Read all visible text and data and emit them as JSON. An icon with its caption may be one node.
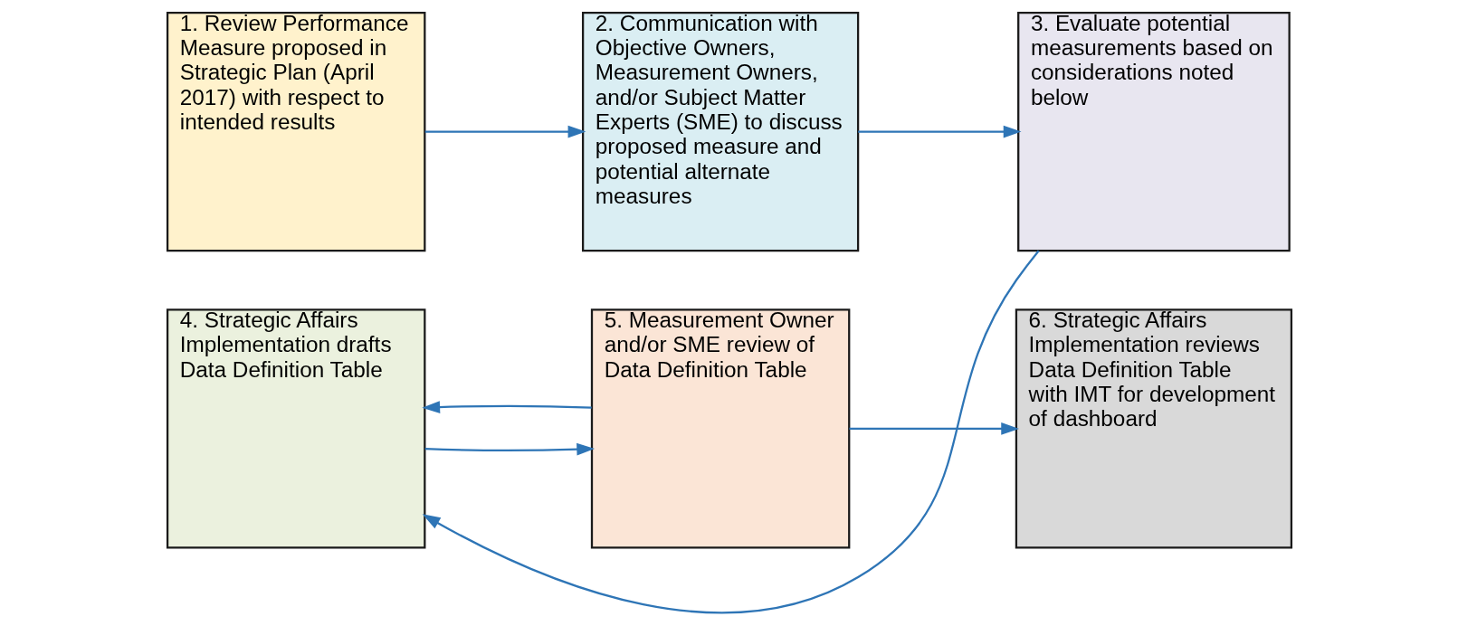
{
  "diagram": {
    "nodes": [
      {
        "text": [
          "1. Review Performance Measure proposed in Strategic Plan (April 2017) with respect to intended results"
        ]
      },
      {
        "text": [
          "2. Communication with Objective Owners, Measurement Owners, and/or Subject Matter Experts (SME) to discuss proposed measure and potential alternate measures"
        ]
      },
      {
        "text": [
          "3. Evaluate potential measurements based on considerations noted below"
        ]
      },
      {
        "text": [
          "4. Strategic Affairs Implementation drafts Data Definition Table"
        ]
      },
      {
        "text": [
          "5. Measurement Owner and/or SME review of Data Definition Table"
        ]
      },
      {
        "text": [
          "6. Strategic Affairs Implementation reviews Data Definition Table with IMT for development of dashboard"
        ]
      }
    ],
    "edges": [
      {
        "from": 0,
        "to": 1,
        "arrow": "to"
      },
      {
        "from": 1,
        "to": 2,
        "arrow": "to"
      },
      {
        "from": 2,
        "to": 3,
        "arrow": "to"
      },
      {
        "from": 3,
        "to": 4,
        "arrow": "to"
      },
      {
        "from": 4,
        "to": 5,
        "arrow": "to"
      },
      {
        "from": 4,
        "to": 3,
        "arrow": "to"
      }
    ]
  }
}
